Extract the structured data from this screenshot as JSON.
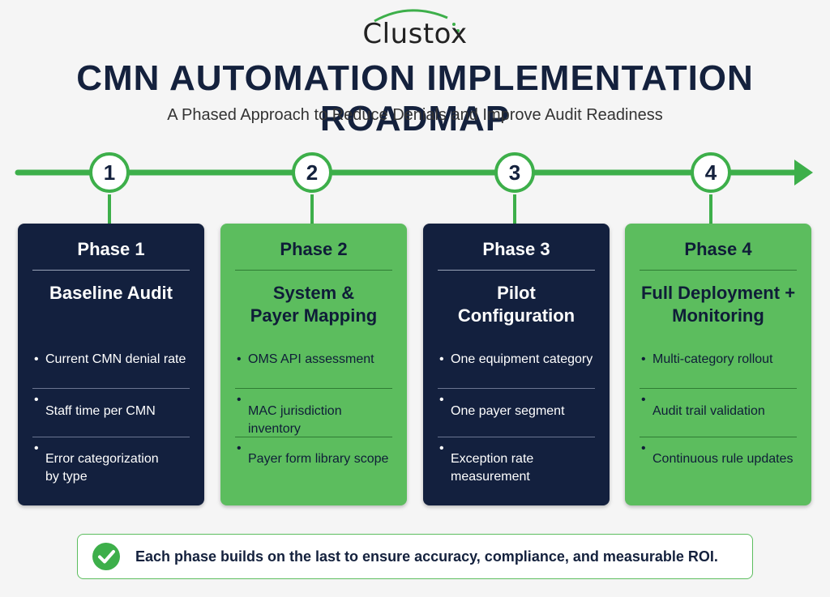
{
  "logo": {
    "text": "Clustox"
  },
  "title": "CMN AUTOMATION IMPLEMENTATION ROADMAP",
  "subtitle": "A Phased Approach to Reduce Denials and Improve Audit Readiness",
  "colors": {
    "navy": "#13203e",
    "green": "#5cbd5e",
    "accent_green": "#3daf4a",
    "background": "#f5f5f5"
  },
  "steps": [
    "1",
    "2",
    "3",
    "4"
  ],
  "phases": [
    {
      "label": "Phase 1",
      "title": "Baseline Audit",
      "theme": "dark",
      "bullets": [
        "Current CMN denial rate",
        "Staff time per CMN",
        "Error categorization\nby type"
      ]
    },
    {
      "label": "Phase 2",
      "title": "System &\nPayer Mapping",
      "theme": "green",
      "bullets": [
        "OMS API assessment",
        "MAC jurisdiction inventory",
        "Payer form library scope"
      ]
    },
    {
      "label": "Phase 3",
      "title": "Pilot\nConfiguration",
      "theme": "dark",
      "bullets": [
        "One equipment category",
        "One payer segment",
        "Exception rate\nmeasurement"
      ]
    },
    {
      "label": "Phase 4",
      "title": "Full Deployment +\nMonitoring",
      "theme": "green",
      "bullets": [
        "Multi-category rollout",
        "Audit trail validation",
        "Continuous rule updates"
      ]
    }
  ],
  "footer": {
    "icon": "check-circle-icon",
    "text": "Each phase builds on the last to ensure accuracy, compliance, and measurable ROI."
  }
}
